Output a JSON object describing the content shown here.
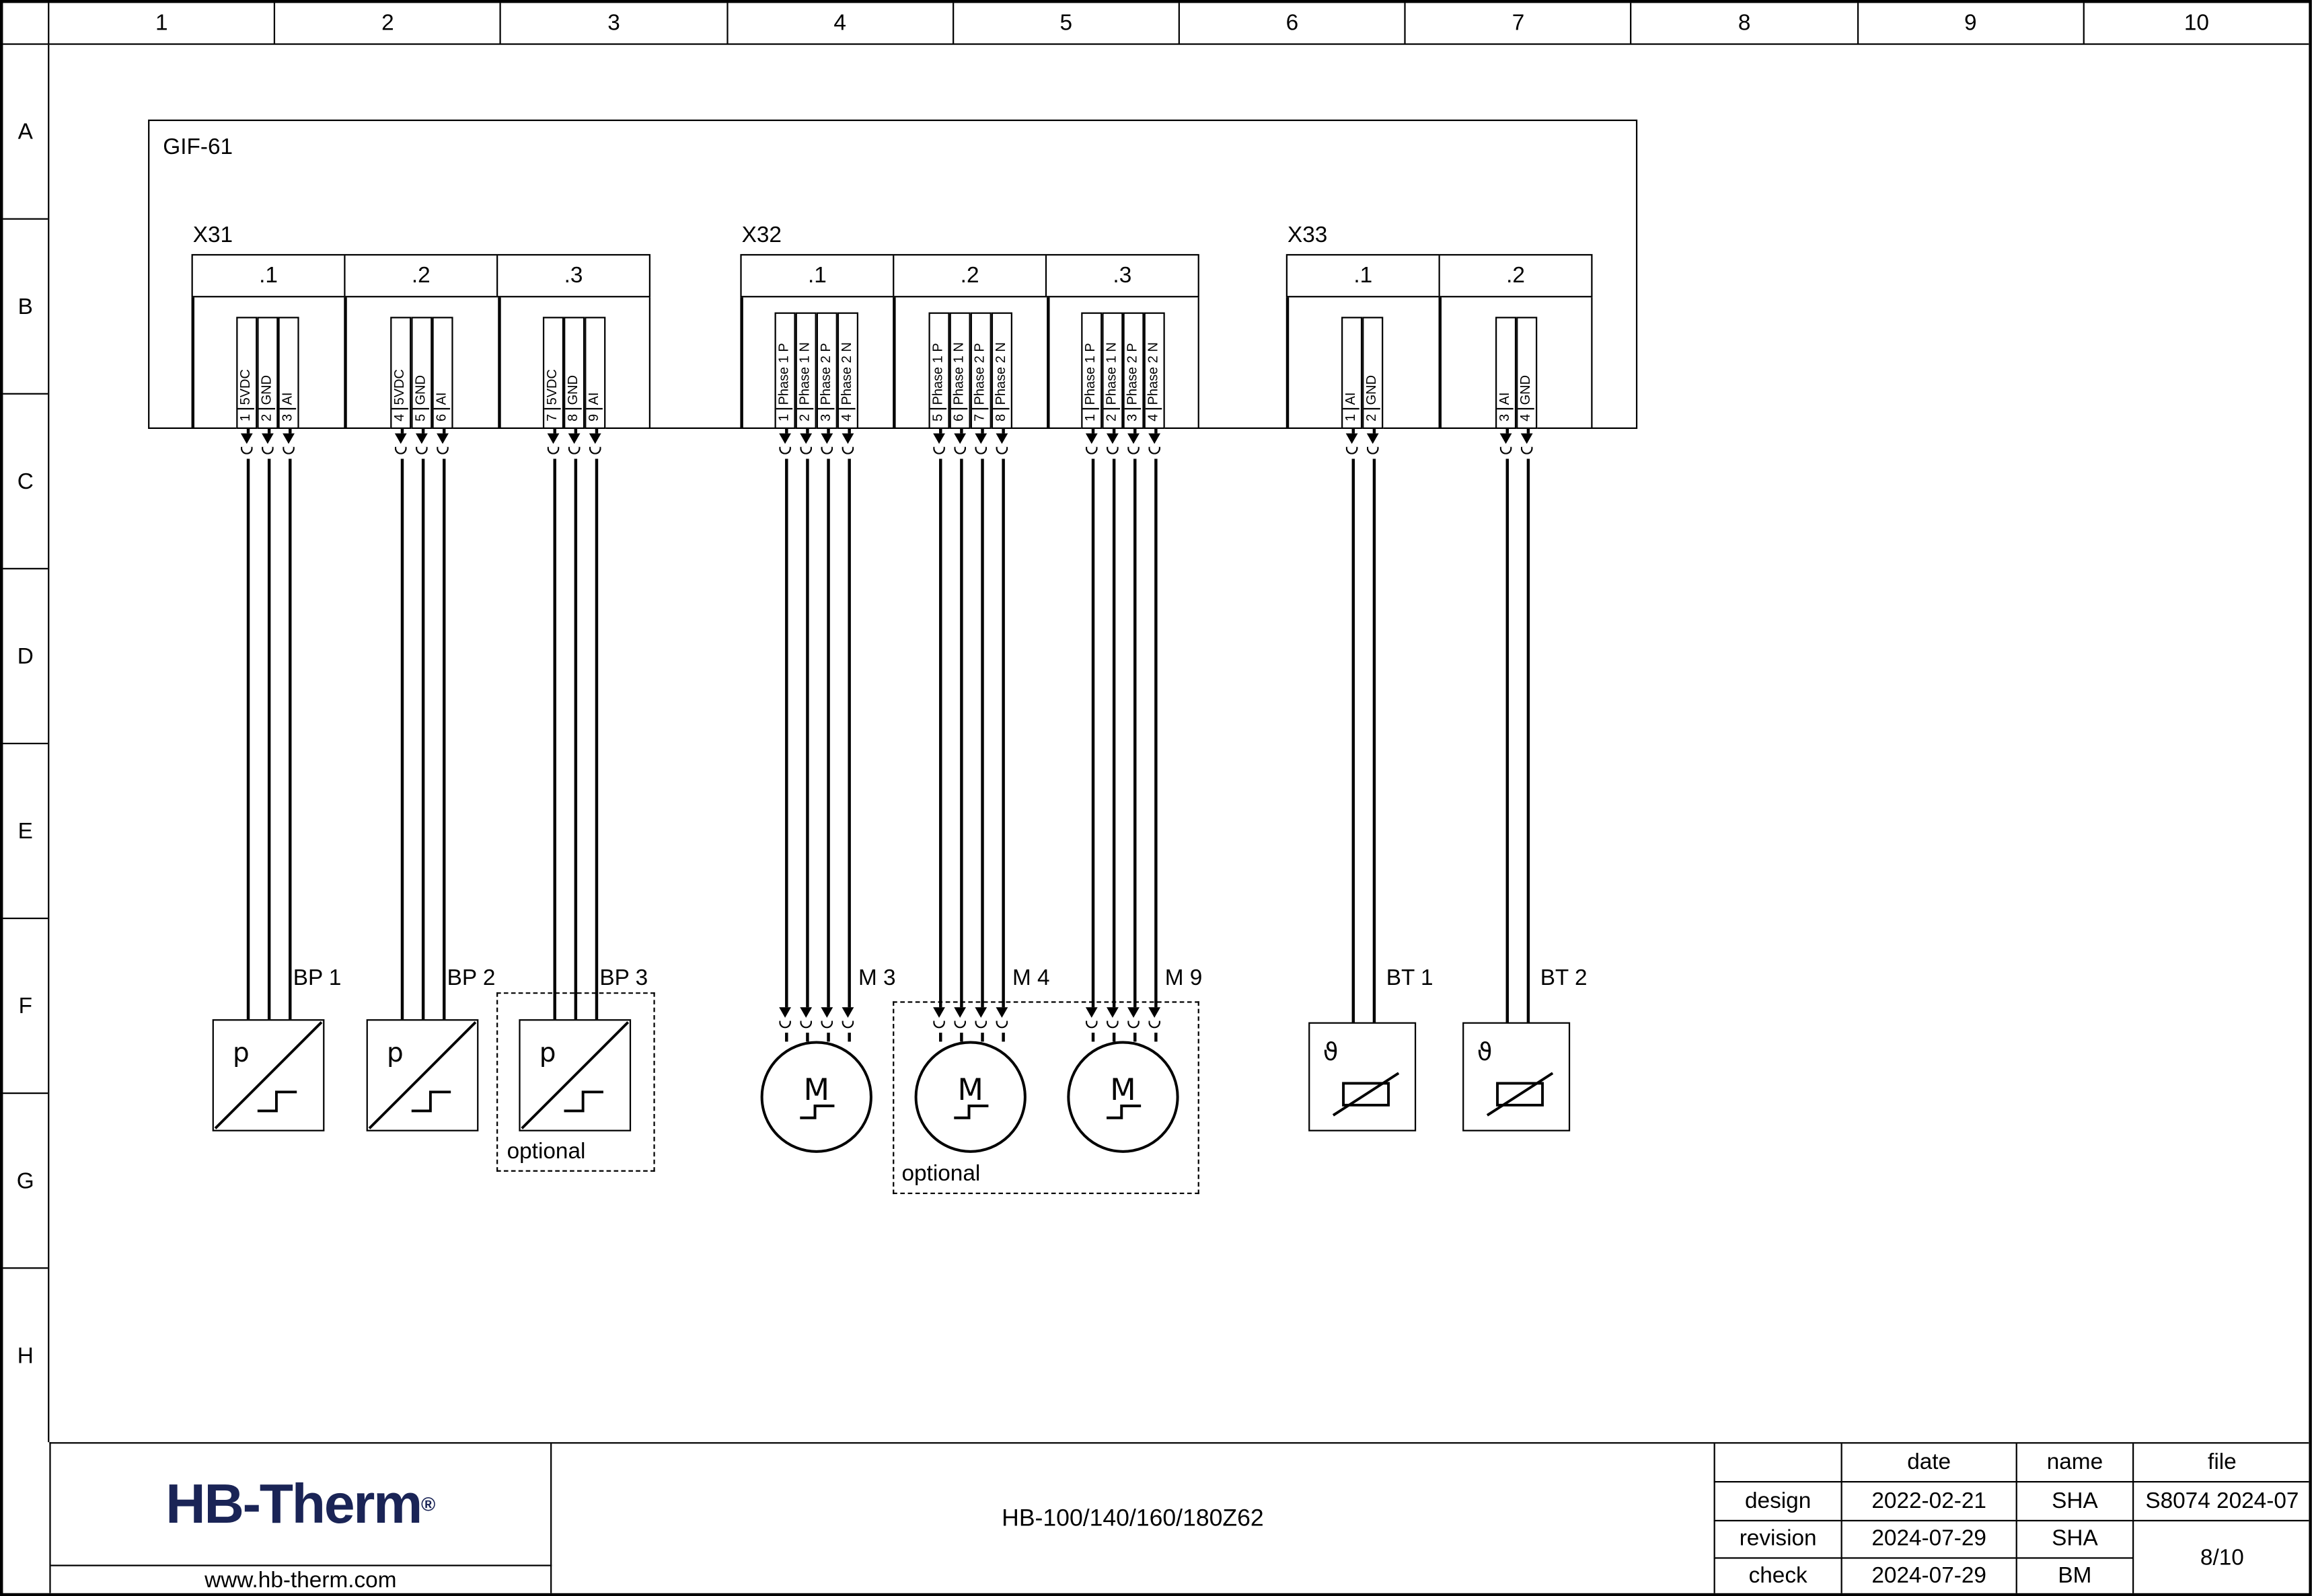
{
  "ruler": {
    "columns": [
      "1",
      "2",
      "3",
      "4",
      "5",
      "6",
      "7",
      "8",
      "9",
      "10"
    ],
    "rows": [
      "A",
      "B",
      "C",
      "D",
      "E",
      "F",
      "G",
      "H"
    ]
  },
  "module": {
    "label": "GIF-61"
  },
  "connectors": [
    {
      "name": "X31",
      "sections": [
        {
          "label": ".1",
          "terminals": [
            {
              "pin": "1",
              "signal": "5VDC"
            },
            {
              "pin": "2",
              "signal": "GND"
            },
            {
              "pin": "3",
              "signal": "AI"
            }
          ]
        },
        {
          "label": ".2",
          "terminals": [
            {
              "pin": "4",
              "signal": "5VDC"
            },
            {
              "pin": "5",
              "signal": "GND"
            },
            {
              "pin": "6",
              "signal": "AI"
            }
          ]
        },
        {
          "label": ".3",
          "terminals": [
            {
              "pin": "7",
              "signal": "5VDC"
            },
            {
              "pin": "8",
              "signal": "GND"
            },
            {
              "pin": "9",
              "signal": "AI"
            }
          ]
        }
      ]
    },
    {
      "name": "X32",
      "sections": [
        {
          "label": ".1",
          "terminals": [
            {
              "pin": "1",
              "signal": "Phase 1 P"
            },
            {
              "pin": "2",
              "signal": "Phase 1 N"
            },
            {
              "pin": "3",
              "signal": "Phase 2 P"
            },
            {
              "pin": "4",
              "signal": "Phase 2 N"
            }
          ]
        },
        {
          "label": ".2",
          "terminals": [
            {
              "pin": "5",
              "signal": "Phase 1 P"
            },
            {
              "pin": "6",
              "signal": "Phase 1 N"
            },
            {
              "pin": "7",
              "signal": "Phase 2 P"
            },
            {
              "pin": "8",
              "signal": "Phase 2 N"
            }
          ]
        },
        {
          "label": ".3",
          "terminals": [
            {
              "pin": "1",
              "signal": "Phase 1 P"
            },
            {
              "pin": "2",
              "signal": "Phase 1 N"
            },
            {
              "pin": "3",
              "signal": "Phase 2 P"
            },
            {
              "pin": "4",
              "signal": "Phase 2 N"
            }
          ]
        }
      ]
    },
    {
      "name": "X33",
      "sections": [
        {
          "label": ".1",
          "terminals": [
            {
              "pin": "1",
              "signal": "AI"
            },
            {
              "pin": "2",
              "signal": "GND"
            }
          ]
        },
        {
          "label": ".2",
          "terminals": [
            {
              "pin": "3",
              "signal": "AI"
            },
            {
              "pin": "4",
              "signal": "GND"
            }
          ]
        }
      ]
    }
  ],
  "devices": {
    "pressure_sensors": [
      {
        "label": "BP 1",
        "symbol_letter": "p"
      },
      {
        "label": "BP 2",
        "symbol_letter": "p"
      },
      {
        "label": "BP 3",
        "symbol_letter": "p"
      }
    ],
    "motors": [
      {
        "label": "M 3",
        "symbol_letter": "M"
      },
      {
        "label": "M 4",
        "symbol_letter": "M"
      },
      {
        "label": "M 9",
        "symbol_letter": "M"
      }
    ],
    "temp_sensors": [
      {
        "label": "BT 1",
        "symbol_letter": "ϑ"
      },
      {
        "label": "BT 2",
        "symbol_letter": "ϑ"
      }
    ]
  },
  "labels": {
    "optional": "optional"
  },
  "titleblock": {
    "logo": "HB-Therm",
    "registered": "®",
    "website": "www.hb-therm.com",
    "document": "HB-100/140/160/180Z62",
    "col_headers": {
      "date": "date",
      "name": "name",
      "file": "file"
    },
    "rows": [
      {
        "label": "design",
        "date": "2022-02-21",
        "name": "SHA"
      },
      {
        "label": "revision",
        "date": "2024-07-29",
        "name": "SHA"
      },
      {
        "label": "check",
        "date": "2024-07-29",
        "name": "BM"
      }
    ],
    "file_number": "S8074 2024-07",
    "page": "8/10"
  },
  "colors": {
    "line": "#000000",
    "logo_navy": "#1a2456",
    "background": "#ffffff"
  }
}
